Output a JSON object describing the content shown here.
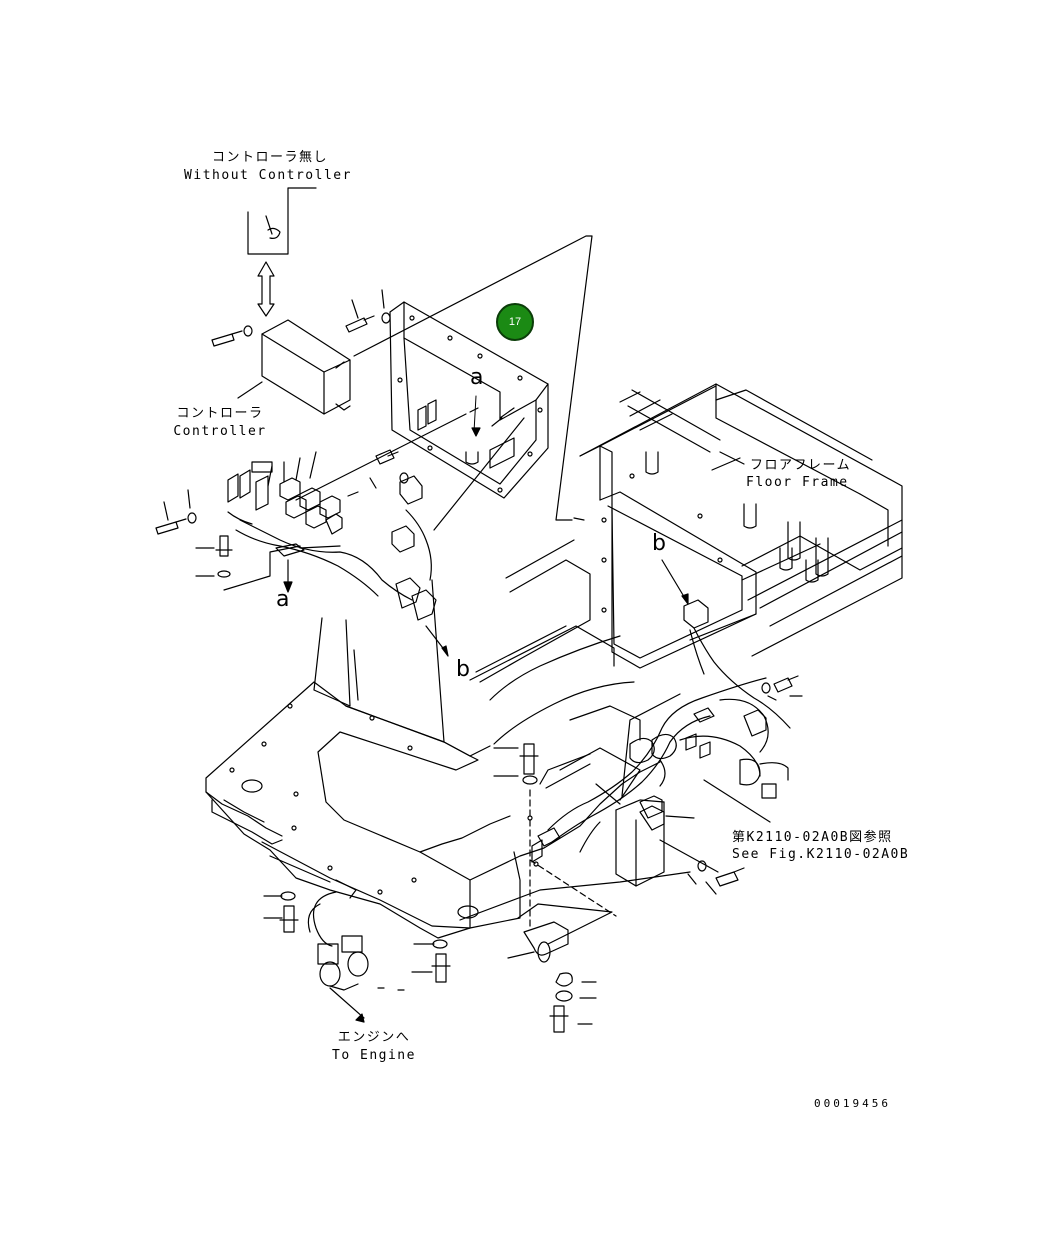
{
  "callout": {
    "number": "17",
    "color": "#1b8a14"
  },
  "labels": {
    "without_controller_jp": "コントローラ無し",
    "without_controller_en": "Without Controller",
    "controller_jp": "コントローラ",
    "controller_en": "Controller",
    "floor_frame_jp": "フロアフレーム",
    "floor_frame_en": "Floor Frame",
    "see_fig_jp": "第K2110-02A0B図参照",
    "see_fig_en": "See Fig.K2110-02A0B",
    "to_engine_jp": "エンジンへ",
    "to_engine_en": "To Engine",
    "marker_a": "a",
    "marker_b": "b",
    "drawing_number": "00019456"
  }
}
